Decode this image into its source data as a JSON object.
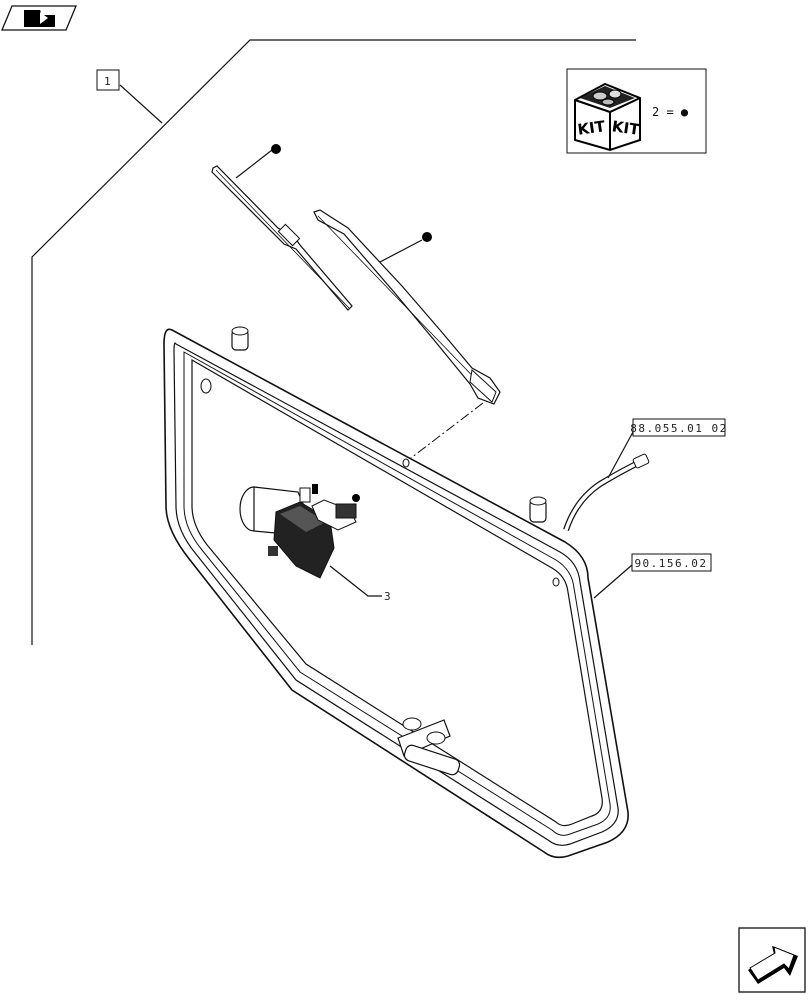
{
  "labels": {
    "ref_1": "1",
    "ref_88": "88.055.01 02",
    "ref_90": "90.156.02",
    "ref_3": "3"
  },
  "kit": {
    "word_left": "KIT",
    "word_right": "KIT",
    "legend": "2 = ●"
  },
  "icons": {
    "top_left": "book-page-icon",
    "bottom_right": "next-page-arrow-icon"
  }
}
